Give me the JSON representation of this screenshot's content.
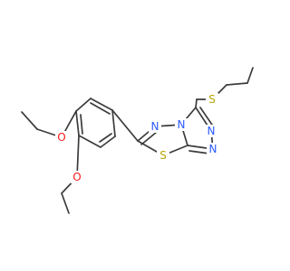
{
  "molecule": {
    "colors": {
      "bond": "#3c3c3c",
      "nitrogen": "#2b5bff",
      "sulfur": "#b8a600",
      "oxygen": "#ff1a1a"
    },
    "atoms": {
      "O_upper": "O",
      "O_lower": "O",
      "N_ring_upper": "N",
      "N_bridge": "N",
      "S_ring": "S",
      "N_triazole_a": "N",
      "N_triazole_b": "N",
      "S_chain": "S"
    }
  }
}
